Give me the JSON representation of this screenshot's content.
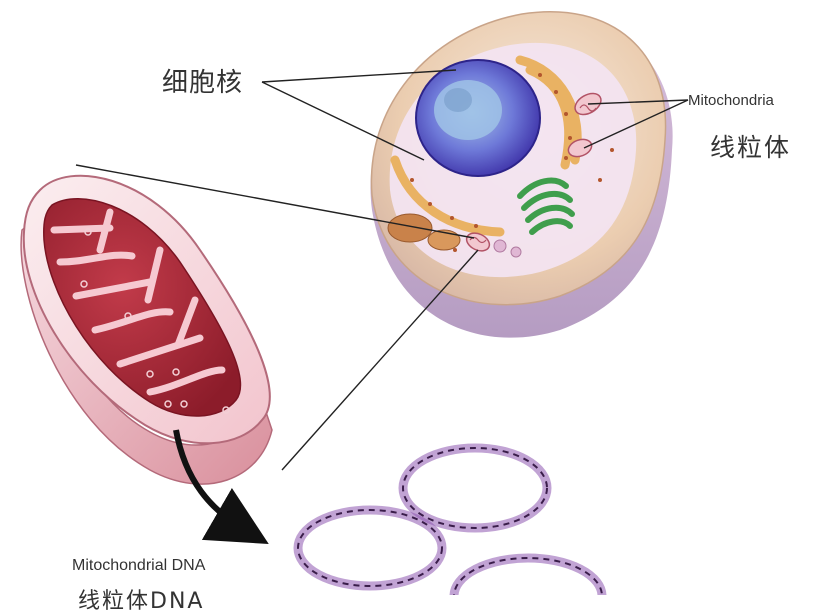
{
  "labels": {
    "nucleus": "细胞核",
    "mitochondria_en": "Mitochondria",
    "mitochondria_zh": "线粒体",
    "mtdna_en": "Mitochondrial DNA",
    "mtdna_zh": "线粒体DNA"
  },
  "colors": {
    "cell_membrane": "#e9c9a6",
    "cytoplasm": "#f4e6f6",
    "nucleus_envelope": "#5b4fc4",
    "nucleolus": "#8fb6d8",
    "er": "#e8b04e",
    "golgi": "#4fae59",
    "mitochondrion_outer": "#f1c6cf",
    "mitochondrion_inner": "#9e2230",
    "dna_ring": "#8e58b0",
    "leader_line": "#222222"
  }
}
